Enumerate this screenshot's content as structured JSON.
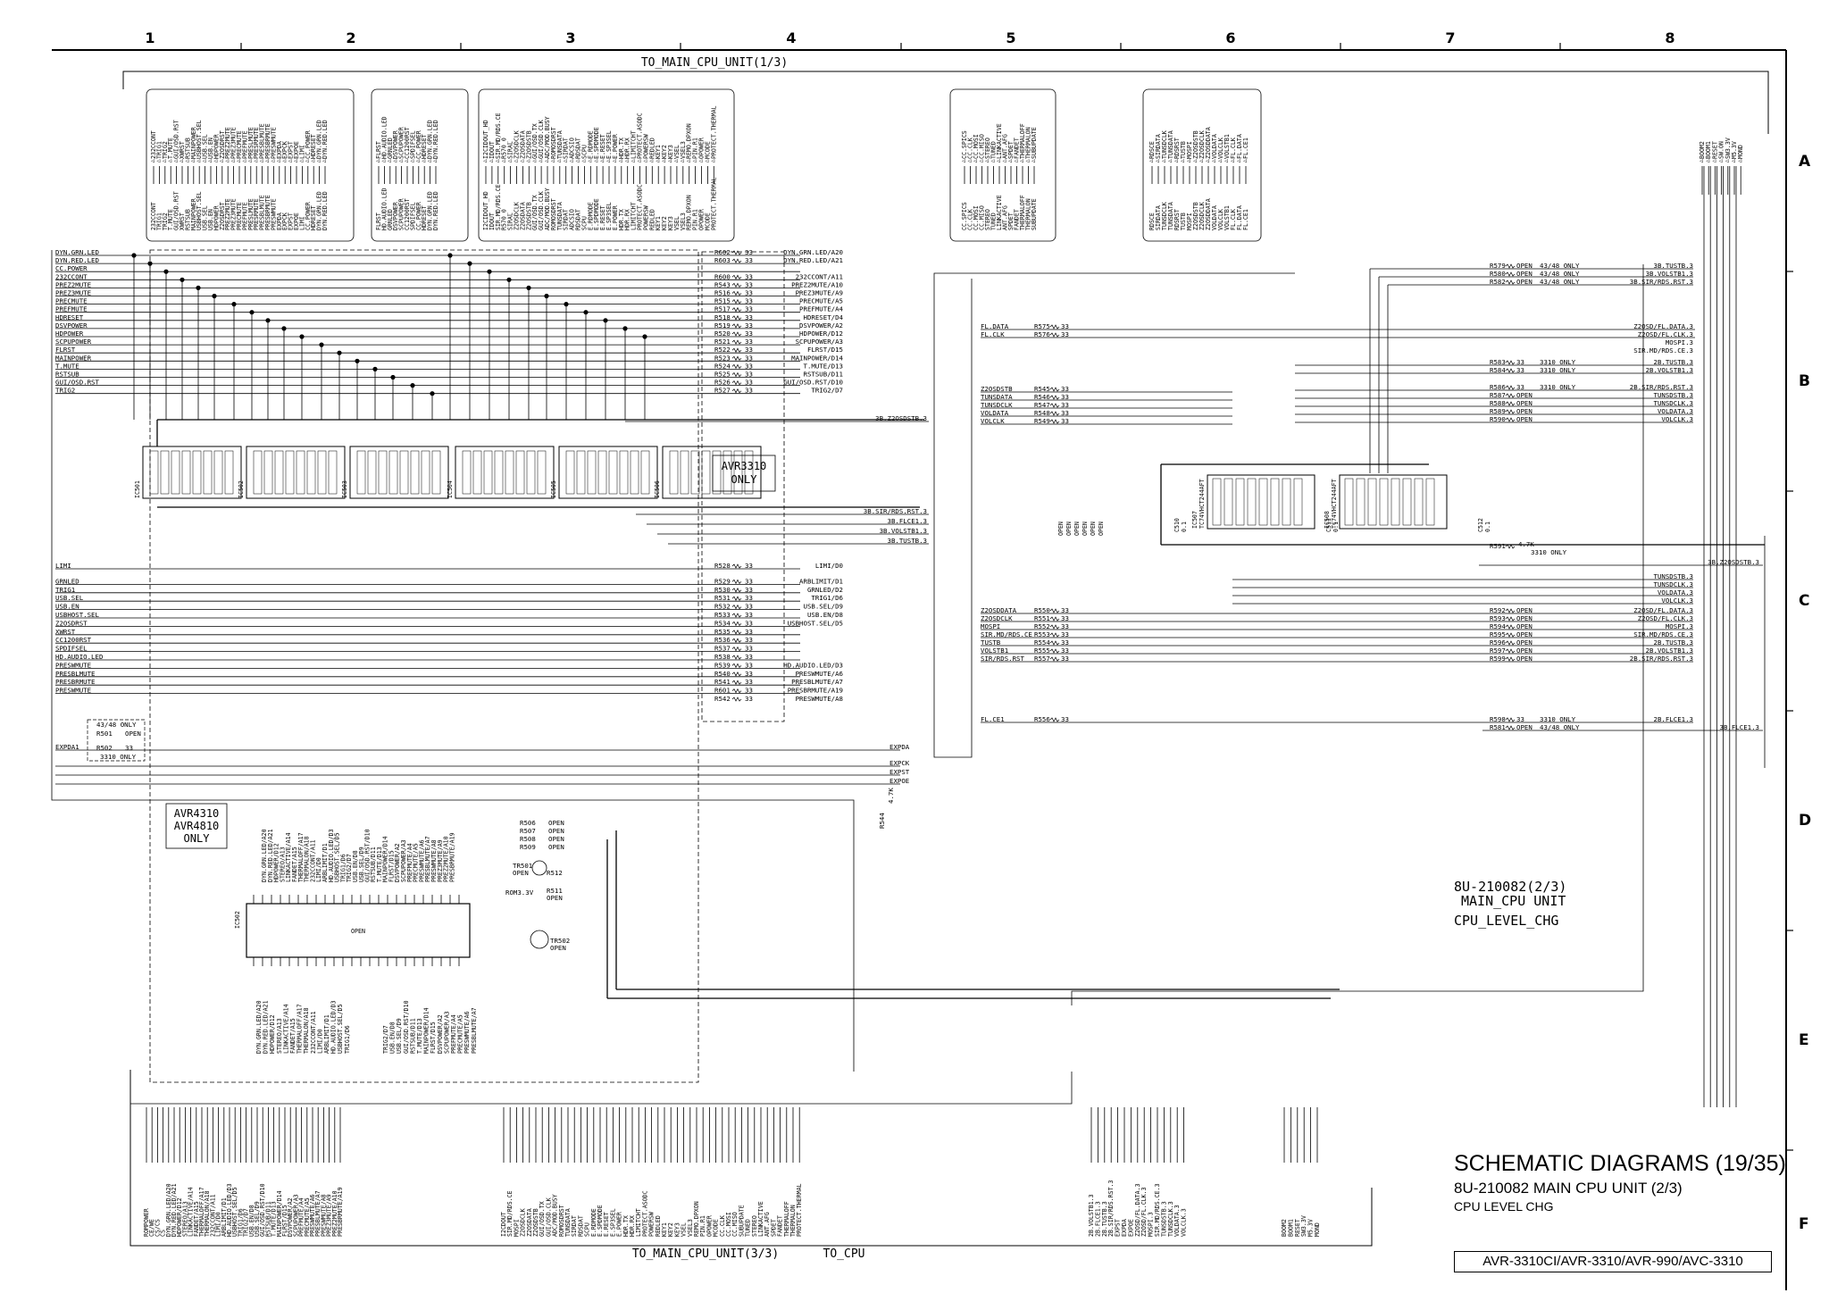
{
  "columns": [
    "1",
    "2",
    "3",
    "4",
    "5",
    "6",
    "7",
    "8"
  ],
  "rows": [
    "A",
    "B",
    "C",
    "D",
    "E",
    "F"
  ],
  "connectors": {
    "top": "TO_MAIN_CPU_UNIT(1/3)",
    "bottom_left": "TO_MAIN_CPU_UNIT(3/3)",
    "bottom_right": "TO_CPU"
  },
  "left_signals": [
    "DYN.GRN.LED",
    "DYN.RED.LED",
    "CC.POWER",
    "232CCONT",
    "PREZ2MUTE",
    "PREZ3MUTE",
    "PRECMUTE",
    "PREFMUTE",
    "HDRESET",
    "DSVPOWER",
    "HDPOWER",
    "SCPUPOWER",
    "FLRST",
    "MAINPOWER",
    "T.MUTE",
    "RSTSUB",
    "GUI/OSD.RST",
    "TRIG2"
  ],
  "left_signals_2": [
    "LIMI",
    "GRNLED",
    "TRIG1",
    "USB.SEL",
    "USB.EN",
    "USBHOST.SEL",
    "Z2OSDRST",
    "XWRST",
    "CC1200RST",
    "SPDIFSEL",
    "HD.AUDIO.LED",
    "PRESWMUTE",
    "PRESBLMUTE",
    "PRESBRMUTE",
    "PRESWMUTE"
  ],
  "mid_resistors": [
    {
      "ref": "R602",
      "val": "33",
      "net": "DYN.GRN.LED/A20"
    },
    {
      "ref": "R603",
      "val": "33",
      "net": "DYN.RED.LED/A21"
    },
    {
      "ref": "R600",
      "val": "33",
      "net": "232CCONT/A11"
    },
    {
      "ref": "R543",
      "val": "33",
      "net": "PREZ2MUTE/A10"
    },
    {
      "ref": "R516",
      "val": "33",
      "net": "PREZ3MUTE/A9"
    },
    {
      "ref": "R515",
      "val": "33",
      "net": "PRECMUTE/A5"
    },
    {
      "ref": "R517",
      "val": "33",
      "net": "PREFMUTE/A4"
    },
    {
      "ref": "R518",
      "val": "33",
      "net": "HDRESET/D4"
    },
    {
      "ref": "R519",
      "val": "33",
      "net": "DSVPOWER/A2"
    },
    {
      "ref": "R520",
      "val": "33",
      "net": "HDPOWER/D12"
    },
    {
      "ref": "R521",
      "val": "33",
      "net": "SCPUPOWER/A3"
    },
    {
      "ref": "R522",
      "val": "33",
      "net": "FLRST/D15"
    },
    {
      "ref": "R523",
      "val": "33",
      "net": "MAINPOWER/D14"
    },
    {
      "ref": "R524",
      "val": "33",
      "net": "T.MUTE/D13"
    },
    {
      "ref": "R525",
      "val": "33",
      "net": "RSTSUB/D11"
    },
    {
      "ref": "R526",
      "val": "33",
      "net": "GUI/OSD.RST/D10"
    },
    {
      "ref": "R527",
      "val": "33",
      "net": "TRIG2/D7"
    }
  ],
  "mid_resistors_2": [
    {
      "ref": "R528",
      "val": "33",
      "net": "LIMI/D0"
    },
    {
      "ref": "R529",
      "val": "33",
      "net": "ARBLIMIT/D1"
    },
    {
      "ref": "R530",
      "val": "33",
      "net": "GRNLED/D2"
    },
    {
      "ref": "R531",
      "val": "33",
      "net": "TRIG1/D6"
    },
    {
      "ref": "R532",
      "val": "33",
      "net": "USB.SEL/D9"
    },
    {
      "ref": "R533",
      "val": "33",
      "net": "USB.EN/D8"
    },
    {
      "ref": "R534",
      "val": "33",
      "net": "USBHOST.SEL/D5"
    },
    {
      "ref": "R535",
      "val": "33",
      "net": ""
    },
    {
      "ref": "R536",
      "val": "33",
      "net": ""
    },
    {
      "ref": "R537",
      "val": "33",
      "net": ""
    },
    {
      "ref": "R538",
      "val": "33",
      "net": ""
    },
    {
      "ref": "R539",
      "val": "33",
      "net": "HD.AUDIO.LED/D3"
    },
    {
      "ref": "R540",
      "val": "33",
      "net": "PRESWMUTE/A6"
    },
    {
      "ref": "R541",
      "val": "33",
      "net": "PRESBLMUTE/A7"
    },
    {
      "ref": "R601",
      "val": "33",
      "net": "PRESBRMUTE/A19"
    },
    {
      "ref": "R542",
      "val": "33",
      "net": "PRESWMUTE/A8"
    }
  ],
  "ic_labels": [
    "IC501",
    "IC502",
    "IC503",
    "IC504",
    "IC505",
    "IC506"
  ],
  "ic_note": {
    "line1": "AVR3310",
    "line2": "ONLY"
  },
  "avr4310_note": {
    "line1": "AVR4310",
    "line2": "AVR4810",
    "line3": "ONLY"
  },
  "opt_box": {
    "line1": "43/48 ONLY",
    "r501": "R501",
    "open": "OPEN",
    "r502": "R502",
    "val": "33",
    "note": "3310 ONLY"
  },
  "exp_signals": [
    "EXPDA",
    "EXPCK",
    "EXPST",
    "EXPOE"
  ],
  "exp_left": "EXPDA1",
  "chip_open": "OPEN",
  "chip_ref": "IC502",
  "transistors": {
    "tr501": "TR501",
    "tr501_val": "OPEN",
    "r512": "R512",
    "r511": "R511",
    "r511_val": "OPEN",
    "tr502": "TR502",
    "tr502_val": "OPEN",
    "rom": "ROM3.3V",
    "r506": "R506",
    "r507": "R507",
    "r508": "R508",
    "r509": "R509",
    "val": "OPEN"
  },
  "r544": {
    "ref": "R544",
    "val": "4.7K"
  },
  "ic_out_nets": [
    "3B.Z2OSDSTB.3",
    "3B.SIR/RDS.RST.3",
    "3B.FLCE1.3",
    "3B.VOLSTB1.3",
    "3B.TUSTB.3"
  ],
  "right_top_resistors": [
    {
      "ref": "R579",
      "val": "OPEN",
      "note": "43/48 ONLY",
      "net": "3B.TUSTB.3"
    },
    {
      "ref": "R580",
      "val": "OPEN",
      "note": "43/48 ONLY",
      "net": "3B.VOLSTB1.3"
    },
    {
      "ref": "R582",
      "val": "OPEN",
      "note": "43/48 ONLY",
      "net": "3B.SIR/RDS.RST.3"
    }
  ],
  "right_fl": [
    {
      "net": "FL.DATA",
      "ref": "R575",
      "val": "33"
    },
    {
      "net": "FL.CLK",
      "ref": "R576",
      "val": "33"
    }
  ],
  "right_fl_out": [
    "Z2OSD/FL.DATA.3",
    "Z2OSD/FL.CLK.3",
    "MOSPI.3",
    "SIR.MD/RDS.CE.3"
  ],
  "right_mid_resistors": [
    {
      "ref": "R583",
      "val": "33",
      "note": "3310 ONLY",
      "net": "2B.TUSTB.3"
    },
    {
      "ref": "R584",
      "val": "33",
      "note": "3310 ONLY",
      "net": "2B.VOLSTB1.3"
    },
    {
      "ref": "R586",
      "val": "33",
      "note": "3310 ONLY",
      "net": "2B.SIR/RDS.RST.3"
    },
    {
      "ref": "R587",
      "val": "OPEN",
      "note": "",
      "net": "TUNSDSTB.3"
    },
    {
      "ref": "R588",
      "val": "OPEN",
      "note": "",
      "net": "TUNSDCLK.3"
    },
    {
      "ref": "R589",
      "val": "OPEN",
      "note": "",
      "net": "VOLDATA.3"
    },
    {
      "ref": "R590",
      "val": "OPEN",
      "note": "",
      "net": "VOLCLK.3"
    }
  ],
  "right_z2": [
    {
      "net": "Z2OSDSTB",
      "ref": "R545",
      "val": "33"
    },
    {
      "net": "TUNSDATA",
      "ref": "R546",
      "val": "33"
    },
    {
      "net": "TUNSDCLK",
      "ref": "R547",
      "val": "33"
    },
    {
      "net": "VOLDATA",
      "ref": "R548",
      "val": "33"
    },
    {
      "net": "VOLCLK",
      "ref": "R549",
      "val": "33"
    }
  ],
  "right_chips": [
    {
      "ref": "IC507",
      "part": "TC74VHCT244AFT"
    },
    {
      "ref": "IC508",
      "part": "TC74VHCT244AFT"
    }
  ],
  "right_chip_caps": [
    {
      "ref": "C510",
      "val": "0.1"
    },
    {
      "ref": "C511",
      "val": "0.1"
    },
    {
      "ref": "C512",
      "val": "0.1"
    }
  ],
  "r591": {
    "ref": "R591",
    "val": "4.7K",
    "note": "3310 ONLY",
    "net": "3B.Z2OSDSTB.3"
  },
  "right_lower_out": [
    "TUNSDSTB.3",
    "TUNSDCLK.3",
    "VOLDATA.3",
    "VOLCLK.3"
  ],
  "right_lower_in": [
    {
      "net": "Z2OSDDATA",
      "ref": "R550",
      "val": "33"
    },
    {
      "net": "Z2OSDCLK",
      "ref": "R551",
      "val": "33"
    },
    {
      "net": "MOSPI",
      "ref": "R552",
      "val": "33"
    },
    {
      "net": "SIR.MD/RDS.CE",
      "ref": "R553",
      "val": "33"
    },
    {
      "net": "TUSTB",
      "ref": "R554",
      "val": "33"
    },
    {
      "net": "VOLSTB1",
      "ref": "R555",
      "val": "33"
    },
    {
      "net": "SIR/RDS.RST",
      "ref": "R557",
      "val": "33"
    }
  ],
  "right_lower_resistors": [
    {
      "ref": "R592",
      "val": "OPEN",
      "net": "Z2OSD/FL.DATA.3"
    },
    {
      "ref": "R593",
      "val": "OPEN",
      "net": "Z2OSD/FL.CLK.3"
    },
    {
      "ref": "R594",
      "val": "OPEN",
      "net": "MOSPI.3"
    },
    {
      "ref": "R595",
      "val": "OPEN",
      "net": "SIR.MD/RDS.CE.3"
    },
    {
      "ref": "R596",
      "val": "OPEN",
      "net": "2B.TUSTB.3"
    },
    {
      "ref": "R597",
      "val": "OPEN",
      "net": "2B.VOLSTB1.3"
    },
    {
      "ref": "R599",
      "val": "OPEN",
      "net": "2B.SIR/RDS.RST.3"
    }
  ],
  "fl_ce1": {
    "net": "FL.CE1",
    "ref": "R556",
    "val": "33"
  },
  "fl_ce1_out": [
    {
      "ref": "R598",
      "val": "33",
      "note": "3310 ONLY",
      "net": "2B.FLCE1.3"
    },
    {
      "ref": "R581",
      "val": "OPEN",
      "note": "43/48 ONLY",
      "net": "3B.FLCE1.3"
    }
  ],
  "unit_label": {
    "line1": "8U-210082(2/3)",
    "line2": "MAIN_CPU UNIT",
    "line3": "CPU_LEVEL_CHG"
  },
  "top_pins": [
    "232CCONT",
    "TRIG1",
    "TRIG2",
    "T.MUTE",
    "GUI/OSD.RST",
    "XWRST",
    "RSTSUB",
    "MAINPOWER",
    "USBHOST.SEL",
    "USB.SEL",
    "USB.EN",
    "HDPOWER",
    "Z2OSDRST",
    "PREZ2MUTE",
    "PREZ3MUTE",
    "PRECMUTE",
    "PREFMUTE",
    "PRESLMUTE",
    "PRESRMUTE",
    "PRESBLMUTE",
    "PRESBRMUTE",
    "PRESWMUTE",
    "EXPDA",
    "EXPCK",
    "EXPST",
    "EXPOE",
    "LIMI",
    "CC.POWER",
    "HDRESET",
    "DYN.GRN.LED",
    "DYN.RED.LED"
  ],
  "top_pins_2": [
    "FLRST",
    "HD.AUDIO.LED",
    "GRNLED",
    "DSVPOWER",
    "SCPUPOWER",
    "CC1200RST",
    "SPDIFSEL",
    "CC.POWER",
    "HDRESET",
    "DYN.GRN.LED",
    "DYN.RED.LED"
  ],
  "top_pins_3": [
    "I2CIDOUT_HD",
    "IDOUT",
    "SIR.MD/RDS.CE",
    "R570_0",
    "SIRAL",
    "Z2OSDCLK",
    "Z2OSDATA",
    "Z2OSDSTB",
    "GUI/OSD.TX",
    "GUI/OSD.CLK",
    "ADC/MOD.BUSY",
    "ROMOSDRST",
    "TUNSDATA",
    "SIRDAT",
    "ADCSIO",
    "RDSDAT",
    "SCPU",
    "E.RDMODE",
    "E.SPDMODE",
    "E.RESET",
    "E.SP3SEL",
    "E.POWER",
    "HDR.TX",
    "HDR.RX",
    "LIMITCHT",
    "PROTECT.ASODC",
    "POWERSW",
    "REDLED",
    "KEY1",
    "KEY2",
    "KEY3",
    "VSEL",
    "VSEL3",
    "REMO.DPXON",
    "PIN.R1",
    "OPOWER",
    "MCODE",
    "PROTECT.THERMAL"
  ],
  "top_pins_4": [
    "CC.SPICS",
    "CC.CLK",
    "CC.MOSI",
    "CC.MISO",
    "STEREO",
    "TUNED",
    "LINKACTIVE",
    "ANT.AFG",
    "SPDET",
    "FANDET",
    "THERMALOFF",
    "THERMALON",
    "SUBUPDATE"
  ],
  "top_pins_5": [
    "RDSCE",
    "SIRDATA",
    "TUNSDCLK",
    "TUNSDATA",
    "RDSRST",
    "TUSTB",
    "MOSPI",
    "Z2OSDSTB",
    "Z2OSDCLK",
    "Z2OSDDATA",
    "VOLDATA",
    "VOLCLK",
    "VOLSTB1",
    "FL.CLK",
    "FL.DATA",
    "FL.CE1"
  ],
  "top_pins_6": [
    "BOOM2",
    "BOOM1",
    "RESET",
    "SW.ON",
    "SW3.3V",
    "M5.3V",
    "MOND"
  ],
  "bottom_pins_1": [
    "ROMPOWER",
    "CE/WE",
    "CS/CS",
    "CS",
    "DYN.GRN.LED/A20",
    "DYN.RED.LED/A21",
    "HDPOWER/D12",
    "STEREO/A13",
    "LINKACTIVE/A14",
    "FANDET/A15",
    "THERMALOFF/A17",
    "THERMALON/A18",
    "232CCONT/A11",
    "LIMI/D0",
    "ARBLIMIT/D1",
    "HD.AUDIO.LED/D3",
    "USBHOST.SEL/D5",
    "TRIG1/D6",
    "TRIG2/D7",
    "USB.EN/D8",
    "USB.SEL/D9",
    "GUI/OSD.RST/D10",
    "RSTSUB/D11",
    "T.MUTE/D13",
    "MAINPOWER/D14",
    "FLRST/D15",
    "DSVPOWER/A2",
    "SCPUPOWER/A3",
    "PREFMUTE/A4",
    "PRECMUTE/A5",
    "PRESWMUTE/A6",
    "PRESBLMUTE/A7",
    "PRESWMUTE/A8",
    "PREZ3MUTE/A9",
    "PREZ2MUTE/A10",
    "PRESBRMUTE/A19"
  ],
  "bottom_pins_2": [
    "I2CDOUT",
    "SIR.MD/RDS.CE",
    "MOSPI",
    "Z2OSDCLK",
    "Z2OSDATA",
    "Z2OSDSTB",
    "GUI/OSD.TX",
    "GUI/OSD.CLK",
    "ADC/MOD.BUSY",
    "ROMOSDRST",
    "TUNSDATA",
    "SIRDAT",
    "RDSDAT",
    "SCPU",
    "E.RDMODE",
    "E.SPDMODE",
    "E.RESET",
    "E.SP3SEL",
    "E.POWER",
    "HDR.TX",
    "HDR.RX",
    "LIMITCHT",
    "PROTECT.ASODC",
    "POWERSW",
    "REDLED",
    "KEY1",
    "KEY2",
    "KEY3",
    "VSEL",
    "VSEL3",
    "REMO.DPXON",
    "PIN.R1",
    "OPOWER",
    "MCODE",
    "CC.CLK",
    "CC.MOSI",
    "CC.MISO",
    "SUBUPDATE",
    "TUNED",
    "STEREO",
    "LINKACTIVE",
    "ANT.AFG",
    "SPDET",
    "FANDET",
    "THERMALOFF",
    "THERMALON",
    "PROTECT.THERMAL"
  ],
  "bottom_pins_3": [
    "2B.VOLSTB1.3",
    "2B.FLCE1.3",
    "2B.TUSTB.3",
    "2B.SIR/RDS.RST.3",
    "EXPST",
    "EXPDA",
    "EXPOE",
    "Z2OSD/FL.DATA.3",
    "Z2OSD/FL.CLK.3",
    "MOSPI.3",
    "SIR.MD/RDS.CE.3",
    "TUNSDSTB.3",
    "TUNSDCLK.3",
    "VOLDATA.3",
    "VOLCLK.3"
  ],
  "bottom_pins_4": [
    "BOOM2",
    "BOOM1",
    "RESET",
    "SW3.3V",
    "M5.3V",
    "MOND"
  ],
  "title": {
    "main": "SCHEMATIC DIAGRAMS (19/35)",
    "sub": "8U-210082 MAIN CPU UNIT (2/3)",
    "sub2": "CPU LEVEL CHG",
    "models": "AVR-3310CI/AVR-3310/AVR-990/AVC-3310"
  }
}
